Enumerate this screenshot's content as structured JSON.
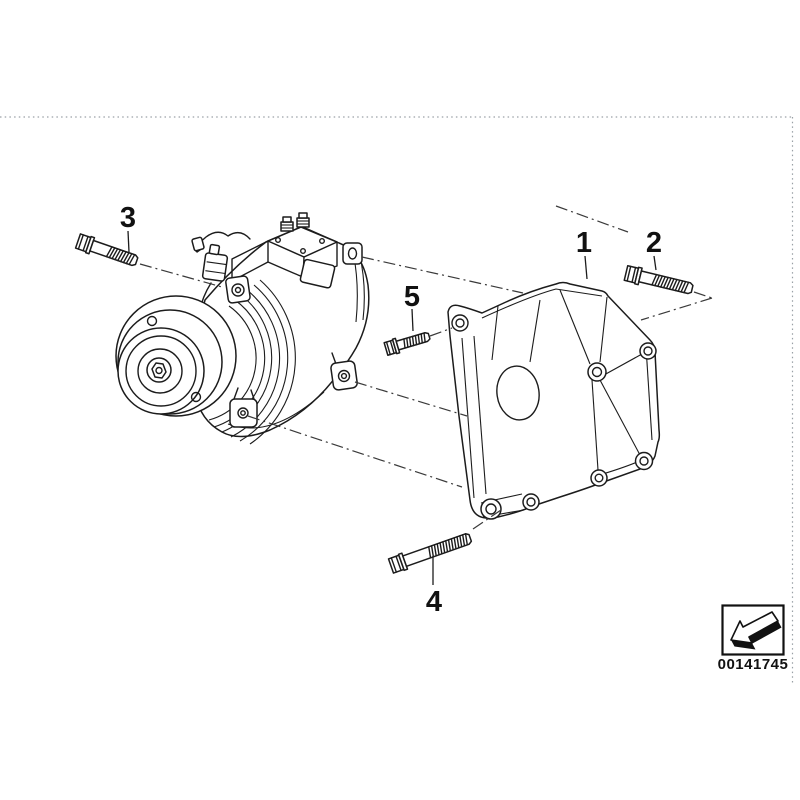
{
  "diagram": {
    "type": "parts-exploded-line-diagram",
    "callouts": {
      "c1": "1",
      "c2": "2",
      "c3": "3",
      "c4": "4",
      "c5": "5"
    }
  },
  "stamp": {
    "code": "00141745",
    "icon": "arrow-down-left-icon"
  },
  "colors": {
    "background": "#ffffff",
    "line_art": "#1c1c1c",
    "leader_lines": "#3a3a3a",
    "frame_dots": "#9aa0a6",
    "stamp_ink": "#111111"
  }
}
